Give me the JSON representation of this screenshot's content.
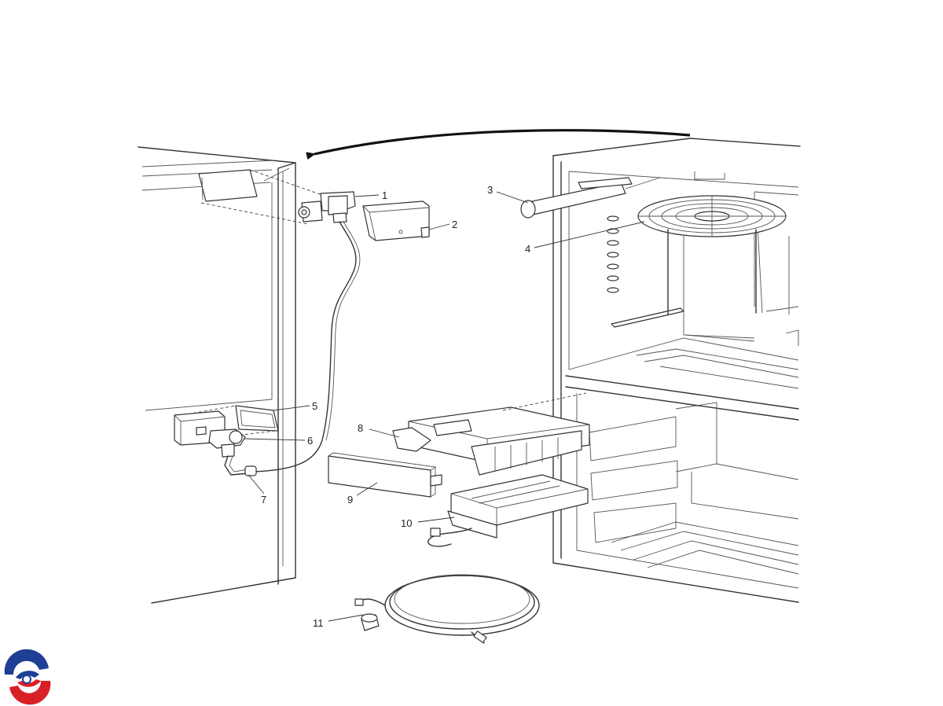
{
  "callouts": [
    {
      "id": "1",
      "label": "1"
    },
    {
      "id": "2",
      "label": "2"
    },
    {
      "id": "3",
      "label": "3"
    },
    {
      "id": "4",
      "label": "4"
    },
    {
      "id": "5",
      "label": "5"
    },
    {
      "id": "6",
      "label": "6"
    },
    {
      "id": "7",
      "label": "7"
    },
    {
      "id": "8",
      "label": "8"
    },
    {
      "id": "9",
      "label": "9"
    },
    {
      "id": "10",
      "label": "10"
    },
    {
      "id": "11",
      "label": "11"
    }
  ],
  "logo": {
    "colors": {
      "blue": "#1f3f95",
      "red": "#d92027"
    }
  }
}
